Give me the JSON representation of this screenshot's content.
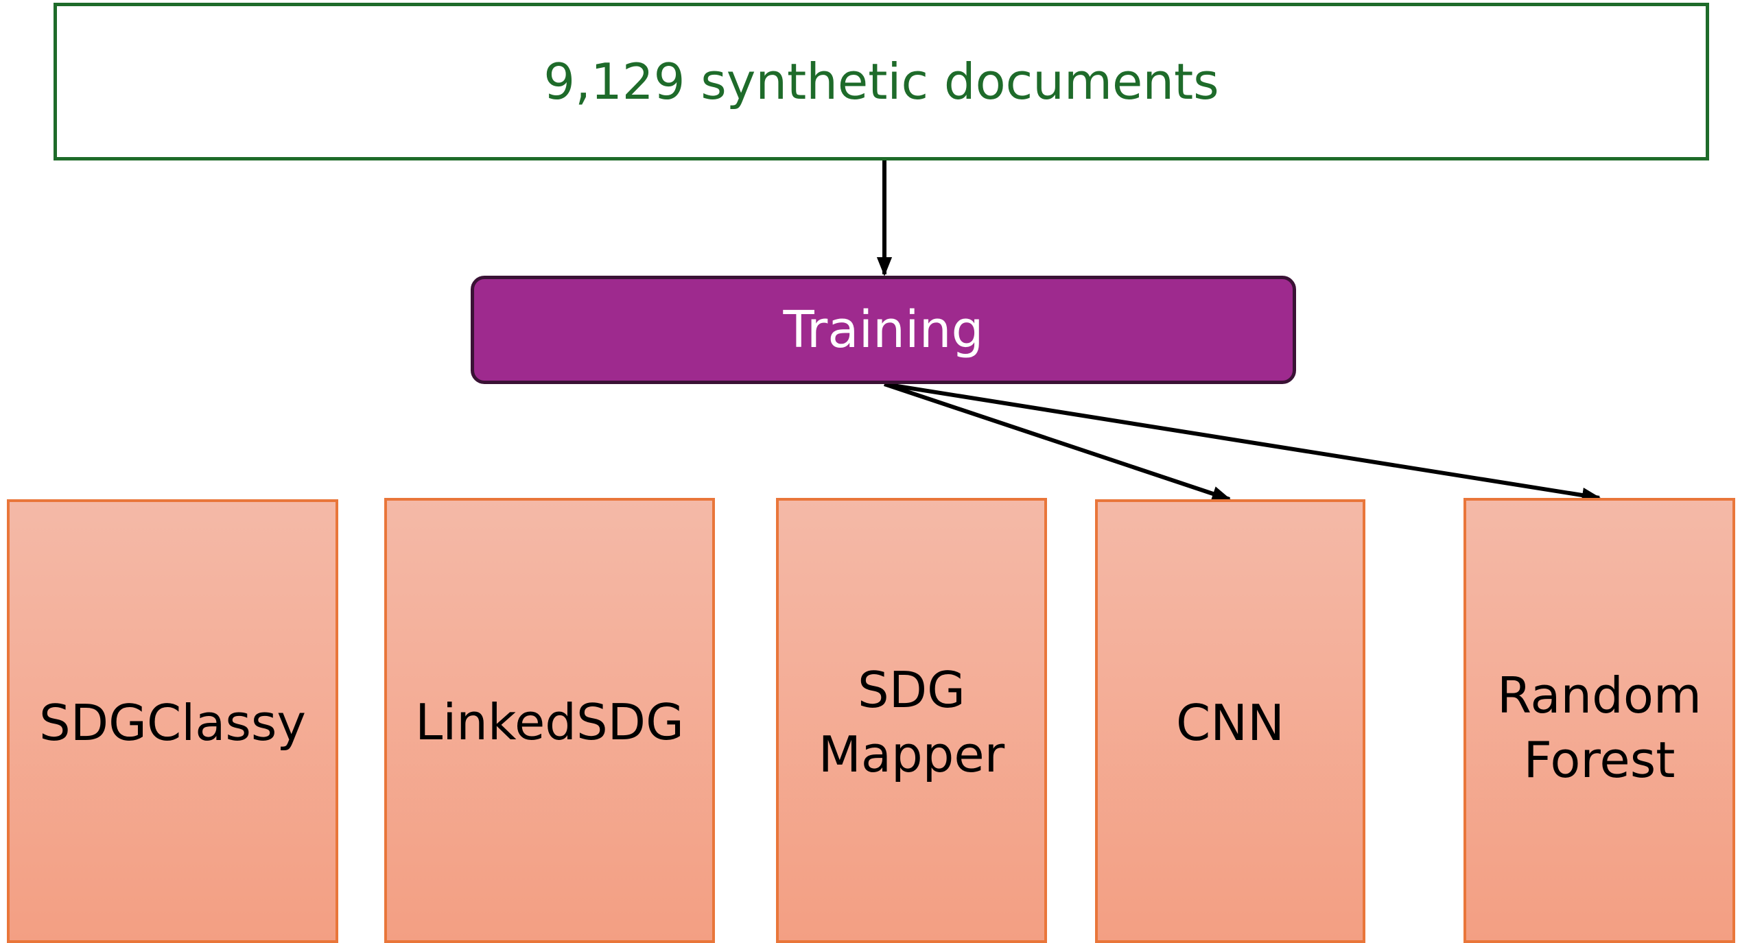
{
  "source": {
    "label": "9,129 synthetic documents",
    "border_color": "#1e6b2a",
    "text_color": "#1e6b2a"
  },
  "process": {
    "label": "Training",
    "fill_color": "#9e2a8e",
    "border_color": "#3a1235"
  },
  "models": [
    {
      "label": "SDGClassy"
    },
    {
      "label": "LinkedSDG"
    },
    {
      "label": "SDG\nMapper"
    },
    {
      "label": "CNN"
    },
    {
      "label": "Random\nForest"
    }
  ],
  "edges": [
    {
      "from": "source",
      "to": "process"
    },
    {
      "from": "process",
      "to": "CNN"
    },
    {
      "from": "process",
      "to": "Random Forest"
    }
  ],
  "colors": {
    "model_fill_top": "#f4b9a7",
    "model_fill_bottom": "#f39f83",
    "model_border": "#e9763a",
    "arrow": "#000000"
  }
}
